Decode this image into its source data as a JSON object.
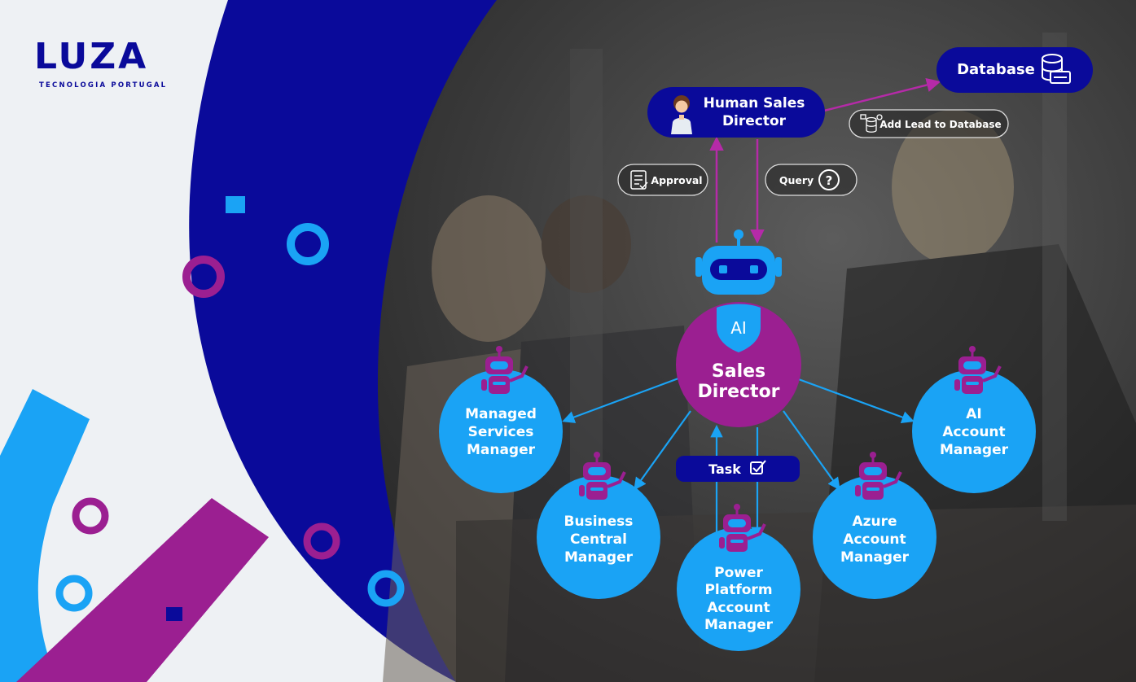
{
  "brand": {
    "logo_text": "LUZA",
    "tagline": "TECNOLOGIA PORTUGAL"
  },
  "nodes": {
    "human_sales_director": {
      "line1": "Human Sales",
      "line2": "Director"
    },
    "database": {
      "label": "Database"
    },
    "sales_director": {
      "ai_badge": "AI",
      "line1": "Sales",
      "line2": "Director"
    },
    "managed_services": {
      "line1": "Managed",
      "line2": "Services",
      "line3": "Manager"
    },
    "business_central": {
      "line1": "Business",
      "line2": "Central",
      "line3": "Manager"
    },
    "power_platform": {
      "line1": "Power",
      "line2": "Platform",
      "line3": "Account",
      "line4": "Manager"
    },
    "azure_account": {
      "line1": "Azure",
      "line2": "Account",
      "line3": "Manager"
    },
    "ai_account": {
      "line1": "AI",
      "line2": "Account",
      "line3": "Manager"
    }
  },
  "edges": {
    "approval": "Approval",
    "query": "Query",
    "add_lead": "Add Lead to Database",
    "task": "Task"
  },
  "colors": {
    "navy": "#0a0a9a",
    "magenta": "#9b1f91",
    "sky": "#1aa3f5",
    "bg_light": "#eef1f4"
  }
}
